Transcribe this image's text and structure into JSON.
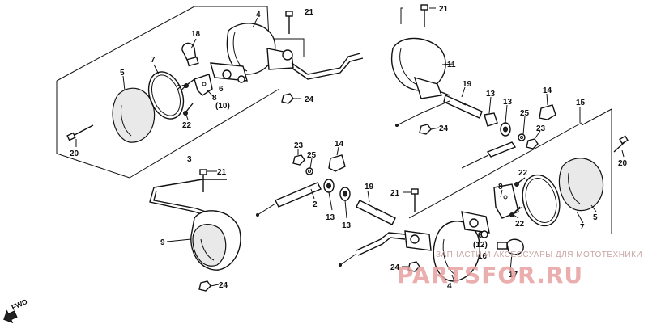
{
  "diagram": {
    "callouts": [
      {
        "id": "c1",
        "text": "21"
      },
      {
        "id": "c2",
        "text": "4"
      },
      {
        "id": "c3",
        "text": "18"
      },
      {
        "id": "c4",
        "text": "7"
      },
      {
        "id": "c5",
        "text": "5"
      },
      {
        "id": "c6",
        "text": "8"
      },
      {
        "id": "c7",
        "text": "6"
      },
      {
        "id": "c8",
        "text": "(10)"
      },
      {
        "id": "c9",
        "text": "22"
      },
      {
        "id": "c10",
        "text": "22"
      },
      {
        "id": "c11",
        "text": "24"
      },
      {
        "id": "c12",
        "text": "20"
      },
      {
        "id": "c13",
        "text": "3"
      },
      {
        "id": "c14",
        "text": "21"
      },
      {
        "id": "c15",
        "text": "9"
      },
      {
        "id": "c16",
        "text": "24"
      },
      {
        "id": "c17",
        "text": "21"
      },
      {
        "id": "c18",
        "text": "11"
      },
      {
        "id": "c19",
        "text": "19"
      },
      {
        "id": "c20",
        "text": "13"
      },
      {
        "id": "c21",
        "text": "13"
      },
      {
        "id": "c22",
        "text": "14"
      },
      {
        "id": "c23",
        "text": "25"
      },
      {
        "id": "c24",
        "text": "23"
      },
      {
        "id": "c25",
        "text": "24"
      },
      {
        "id": "c26",
        "text": "15"
      },
      {
        "id": "c27",
        "text": "20"
      },
      {
        "id": "c28",
        "text": "23"
      },
      {
        "id": "c29",
        "text": "25"
      },
      {
        "id": "c30",
        "text": "14"
      },
      {
        "id": "c31",
        "text": "2"
      },
      {
        "id": "c32",
        "text": "19"
      },
      {
        "id": "c33",
        "text": "13"
      },
      {
        "id": "c34",
        "text": "13"
      },
      {
        "id": "c35",
        "text": "21"
      },
      {
        "id": "c36",
        "text": "8"
      },
      {
        "id": "c37",
        "text": "22"
      },
      {
        "id": "c38",
        "text": "22"
      },
      {
        "id": "c39",
        "text": "7"
      },
      {
        "id": "c40",
        "text": "5"
      },
      {
        "id": "c41",
        "text": "6"
      },
      {
        "id": "c42",
        "text": "(12)"
      },
      {
        "id": "c43",
        "text": "16"
      },
      {
        "id": "c44",
        "text": "17"
      },
      {
        "id": "c45",
        "text": "24"
      },
      {
        "id": "c46",
        "text": "4"
      }
    ],
    "direction_marker": "FWD"
  },
  "watermark": {
    "tagline": "ЗАПЧАСТИ И АКСЕССУАРЫ ДЛЯ МОТОТЕХНИКИ",
    "brand": "PARTSFOR.RU",
    "color": "#e8a0a0"
  }
}
